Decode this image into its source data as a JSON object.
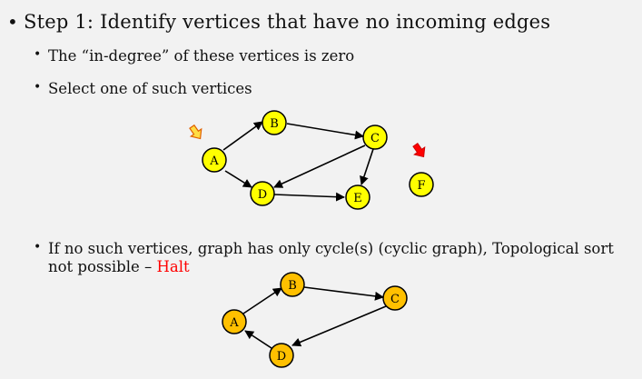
{
  "bullets": {
    "step1": "Step 1: Identify vertices that have no incoming edges",
    "in_degree": "The “in-degree” of these vertices is zero",
    "select": "Select one of such vertices",
    "no_such_line1": "If no such vertices, graph has only cycle(s) (cyclic graph),  Topological sort",
    "no_such_line2_prefix": "not possible – ",
    "halt": "Halt"
  },
  "graph1": {
    "nodes": [
      "A",
      "B",
      "C",
      "D",
      "E",
      "F"
    ],
    "edges": [
      [
        "A",
        "B"
      ],
      [
        "A",
        "D"
      ],
      [
        "B",
        "C"
      ],
      [
        "C",
        "D"
      ],
      [
        "C",
        "E"
      ],
      [
        "D",
        "E"
      ]
    ],
    "fill_color": "#ffff00",
    "indicator_colors": {
      "A": "#ffdd44",
      "F": "#ff0000"
    }
  },
  "graph2": {
    "nodes": [
      "A",
      "B",
      "C",
      "D"
    ],
    "edges": [
      [
        "A",
        "B"
      ],
      [
        "B",
        "C"
      ],
      [
        "C",
        "D"
      ],
      [
        "D",
        "A"
      ]
    ],
    "fill_color": "#ffc000"
  }
}
